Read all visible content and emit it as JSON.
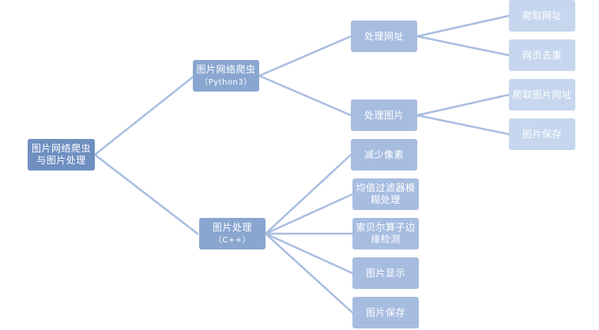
{
  "root": {
    "line1": "图片网络爬虫",
    "line2": "与图片处理"
  },
  "crawler": {
    "title": "图片网络爬虫",
    "sub": "（Python3）"
  },
  "crawler_children": {
    "url": {
      "label": "处理网址",
      "children": [
        "爬取网址",
        "网页去重"
      ]
    },
    "image": {
      "label": "处理图片",
      "children": [
        "爬取图片网址",
        "图片保存"
      ]
    }
  },
  "processing": {
    "title": "图片处理",
    "sub": "（C++）"
  },
  "processing_children": [
    {
      "line1": "减少像素"
    },
    {
      "line1": "均值过滤器模",
      "line2": "糊处理"
    },
    {
      "line1": "索贝尔算子边",
      "line2": "缘检测"
    },
    {
      "line1": "图片显示"
    },
    {
      "line1": "图片保存"
    }
  ],
  "colors": {
    "level0": "#6f8fc1",
    "level1": "#89a6d0",
    "level2": "#a7bde0",
    "level3": "#c6d6ee",
    "connector": "#a9bde0"
  }
}
